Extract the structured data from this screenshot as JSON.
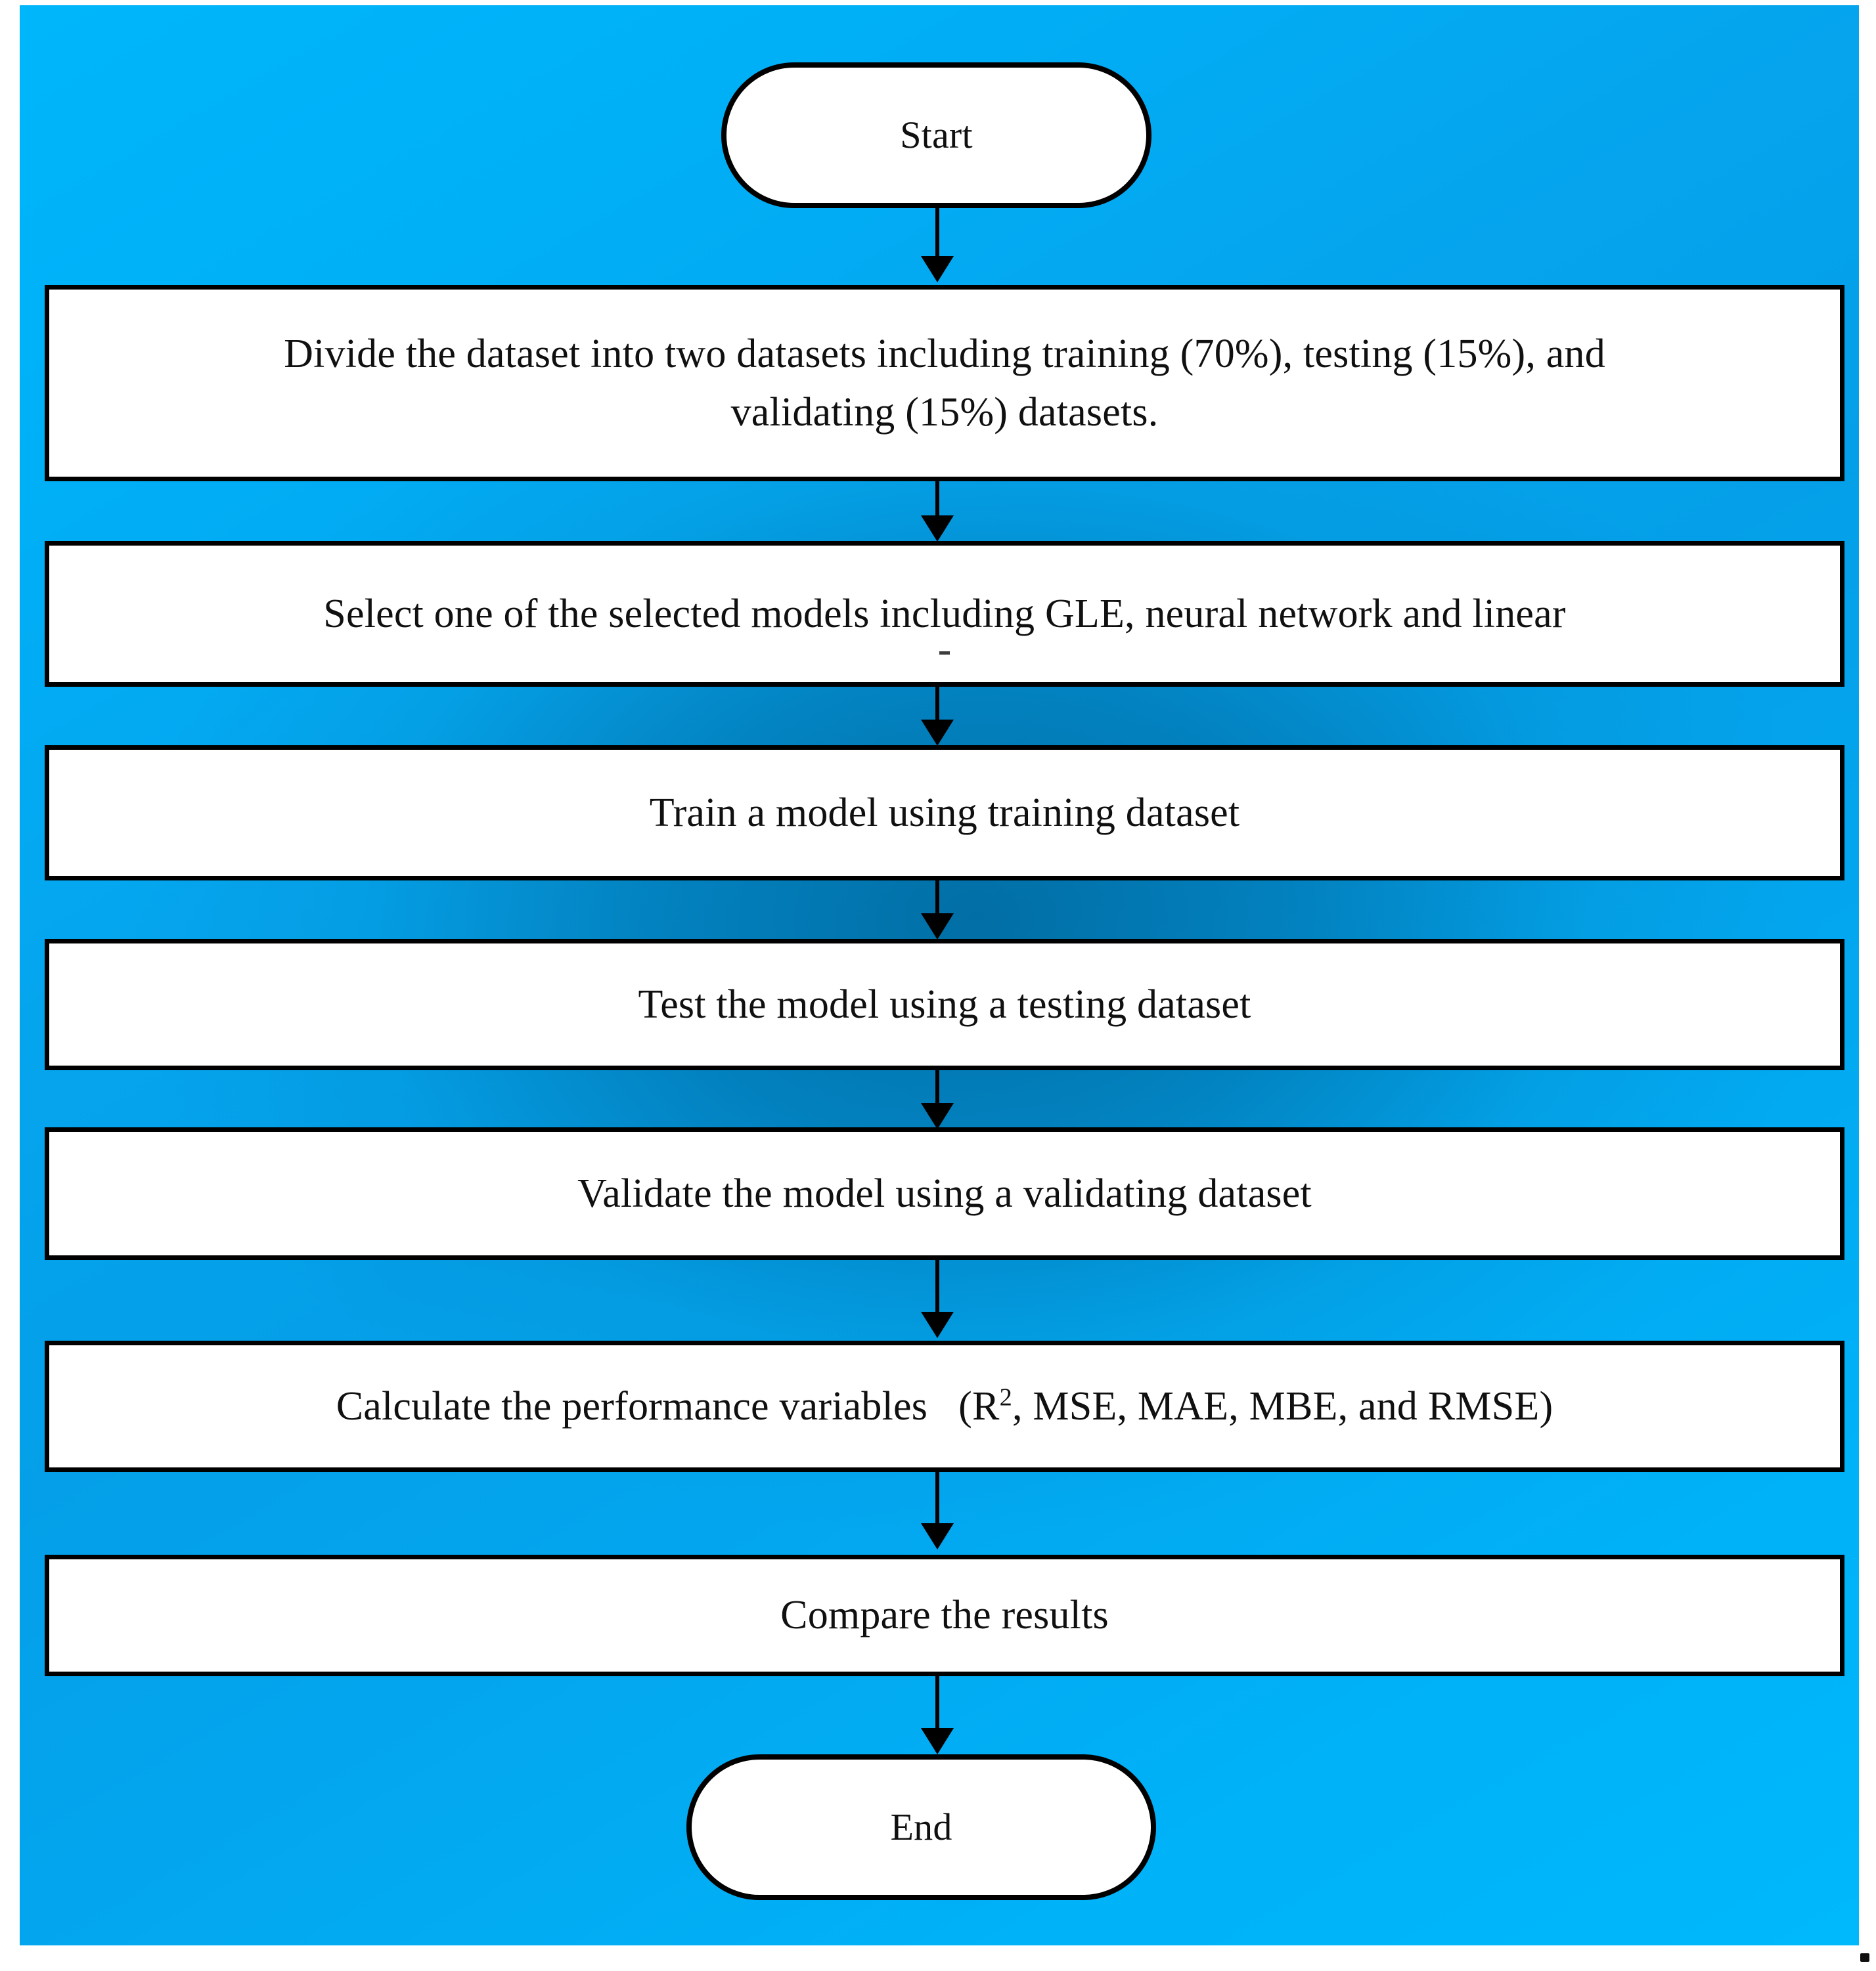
{
  "figure": {
    "type": "flowchart",
    "orientation": "top-to-bottom",
    "background_color": "#00b2f8",
    "background_color_center": "#0d6f99",
    "node_fill": "#ffffff",
    "node_border": "#000000",
    "connector_color": "#000000"
  },
  "nodes": [
    {
      "id": "start",
      "shape": "terminal",
      "label": "Start"
    },
    {
      "id": "divide-dataset",
      "shape": "process",
      "label": "Divide the dataset into two datasets including training (70%), testing (15%), and validating (15%) datasets.",
      "line1": "Divide the dataset into two datasets including training (70%), testing (15%), and",
      "line2": "validating (15%) datasets."
    },
    {
      "id": "select-model",
      "shape": "process",
      "label": "Select one of the selected models including GLE, neural network and linear",
      "line1": "Select one of the selected models including GLE, neural network and linear",
      "line2": "-"
    },
    {
      "id": "train-model",
      "shape": "process",
      "label": "Train a model using training dataset"
    },
    {
      "id": "test-model",
      "shape": "process",
      "label": "Test the model using a testing dataset"
    },
    {
      "id": "validate-model",
      "shape": "process",
      "label": "Validate the model using a validating dataset"
    },
    {
      "id": "calculate-performance",
      "shape": "process",
      "label_prefix": "Calculate the performance variables",
      "label_metrics_open": "(R",
      "label_metrics_sup": "2",
      "label_metrics_rest": ", MSE, MAE, MBE, and RMSE)"
    },
    {
      "id": "compare-results",
      "shape": "process",
      "label": "Compare the results"
    },
    {
      "id": "end",
      "shape": "terminal",
      "label": "End"
    }
  ],
  "edges": [
    {
      "from": "start",
      "to": "divide-dataset"
    },
    {
      "from": "divide-dataset",
      "to": "select-model"
    },
    {
      "from": "select-model",
      "to": "train-model"
    },
    {
      "from": "train-model",
      "to": "test-model"
    },
    {
      "from": "test-model",
      "to": "validate-model"
    },
    {
      "from": "validate-model",
      "to": "calculate-performance"
    },
    {
      "from": "calculate-performance",
      "to": "compare-results"
    },
    {
      "from": "compare-results",
      "to": "end"
    }
  ]
}
